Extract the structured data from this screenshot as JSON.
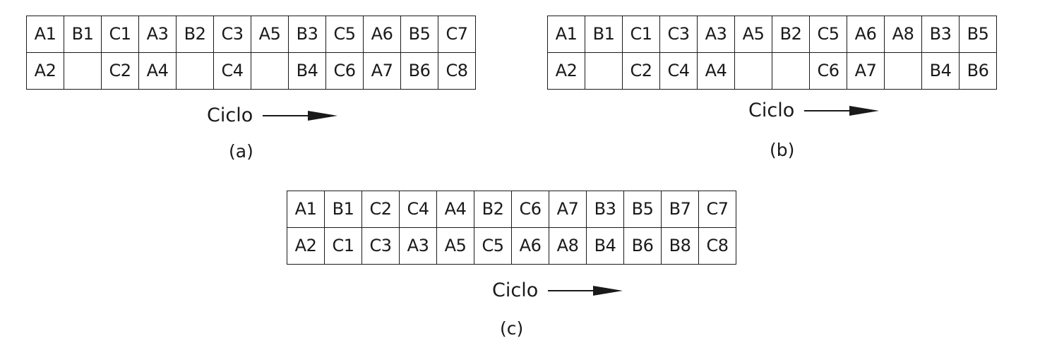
{
  "panels": [
    {
      "id": "a",
      "caption": "(a)",
      "axis_label": "Ciclo",
      "rows": [
        [
          "A1",
          "B1",
          "C1",
          "A3",
          "B2",
          "C3",
          "A5",
          "B3",
          "C5",
          "A6",
          "B5",
          "C7"
        ],
        [
          "A2",
          "",
          "C2",
          "A4",
          "",
          "C4",
          "",
          "B4",
          "C6",
          "A7",
          "B6",
          "C8"
        ]
      ]
    },
    {
      "id": "b",
      "caption": "(b)",
      "axis_label": "Ciclo",
      "rows": [
        [
          "A1",
          "B1",
          "C1",
          "C3",
          "A3",
          "A5",
          "B2",
          "C5",
          "A6",
          "A8",
          "B3",
          "B5"
        ],
        [
          "A2",
          "",
          "C2",
          "C4",
          "A4",
          "",
          "",
          "C6",
          "A7",
          "",
          "B4",
          "B6"
        ]
      ]
    },
    {
      "id": "c",
      "caption": "(c)",
      "axis_label": "Ciclo",
      "rows": [
        [
          "A1",
          "B1",
          "C2",
          "C4",
          "A4",
          "B2",
          "C6",
          "A7",
          "B3",
          "B5",
          "B7",
          "C7"
        ],
        [
          "A2",
          "C1",
          "C3",
          "A3",
          "A5",
          "C5",
          "A6",
          "A8",
          "B4",
          "B6",
          "B8",
          "C8"
        ]
      ]
    }
  ]
}
